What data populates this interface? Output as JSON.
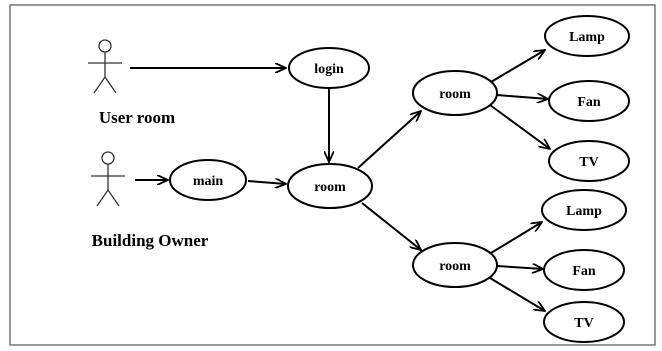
{
  "diagram": {
    "actors": [
      {
        "id": "user",
        "label": "User room"
      },
      {
        "id": "owner",
        "label": "Building Owner"
      }
    ],
    "nodes": [
      {
        "id": "login",
        "label": "login"
      },
      {
        "id": "main",
        "label": "main"
      },
      {
        "id": "room_hub",
        "label": "room"
      },
      {
        "id": "room_upper",
        "label": "room"
      },
      {
        "id": "room_lower",
        "label": "room"
      },
      {
        "id": "lamp_upper",
        "label": "Lamp"
      },
      {
        "id": "fan_upper",
        "label": "Fan"
      },
      {
        "id": "tv_upper",
        "label": "TV"
      },
      {
        "id": "lamp_lower",
        "label": "Lamp"
      },
      {
        "id": "fan_lower",
        "label": "Fan"
      },
      {
        "id": "tv_lower",
        "label": "TV"
      }
    ],
    "edges": [
      {
        "from": "user",
        "to": "login"
      },
      {
        "from": "owner",
        "to": "main"
      },
      {
        "from": "login",
        "to": "room_hub"
      },
      {
        "from": "main",
        "to": "room_hub"
      },
      {
        "from": "room_hub",
        "to": "room_upper"
      },
      {
        "from": "room_hub",
        "to": "room_lower"
      },
      {
        "from": "room_upper",
        "to": "lamp_upper"
      },
      {
        "from": "room_upper",
        "to": "fan_upper"
      },
      {
        "from": "room_upper",
        "to": "tv_upper"
      },
      {
        "from": "room_lower",
        "to": "lamp_lower"
      },
      {
        "from": "room_lower",
        "to": "fan_lower"
      },
      {
        "from": "room_lower",
        "to": "tv_lower"
      }
    ]
  }
}
